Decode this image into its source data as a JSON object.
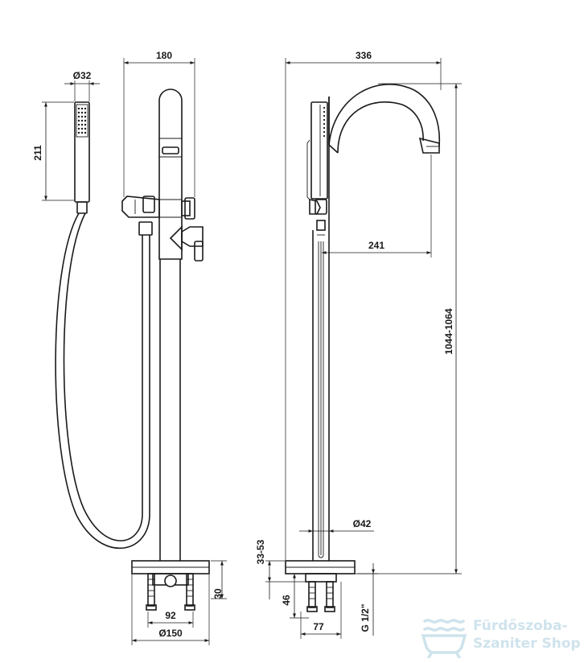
{
  "dimensions": {
    "width_top_left": "180",
    "handshower_diameter": "Ø32",
    "handshower_length": "211",
    "width_top_right": "336",
    "spout_reach": "241",
    "total_height": "1044-1064",
    "column_diameter": "Ø42",
    "base_height_range": "33-53",
    "base_thickness": "30",
    "connection_depth": "46",
    "connection_spacing": "92",
    "base_diameter": "Ø150",
    "connection_width": "77",
    "thread_size": "G 1/2\""
  },
  "watermark": {
    "line1": "Fürdőszoba-",
    "line2": "Szaniter Shop",
    "icon": "bathtub-icon",
    "color": "#cfe3ec"
  },
  "colors": {
    "line": "#1a1a1a",
    "background": "#ffffff"
  }
}
